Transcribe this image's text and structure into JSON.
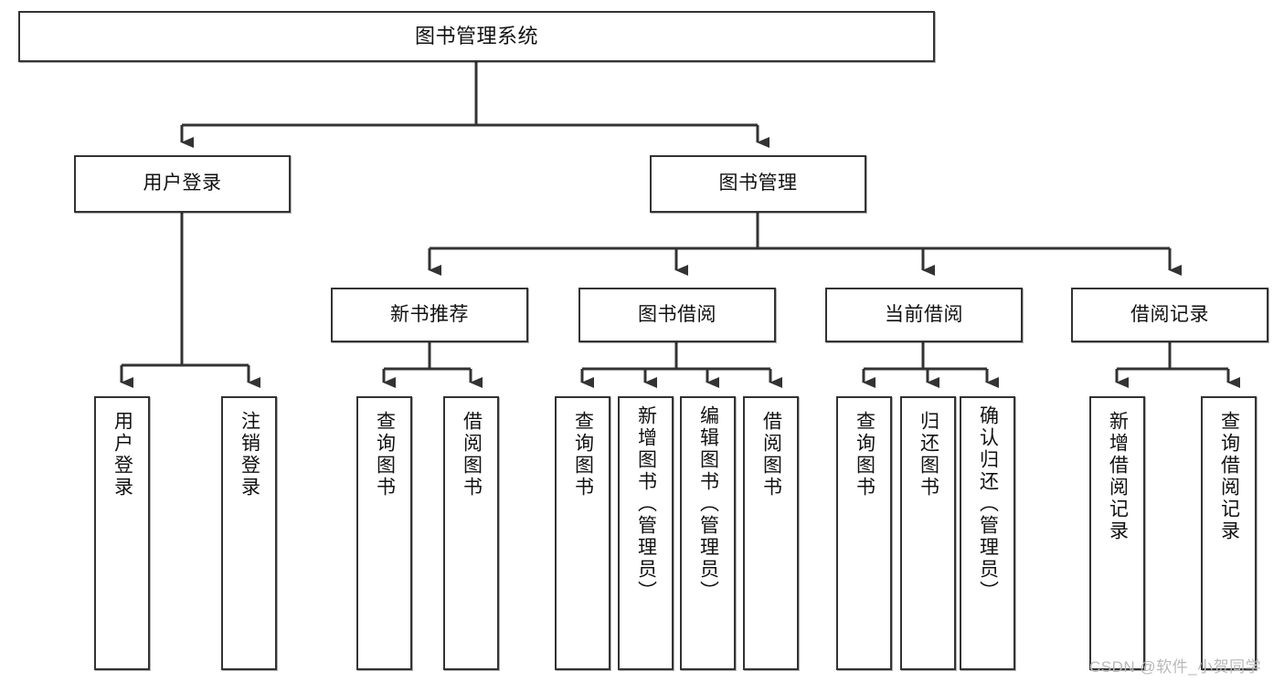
{
  "diagram": {
    "type": "tree",
    "title": "图书管理系统",
    "orientation": "top-down",
    "colors": {
      "background": "#ffffff",
      "box_border": "#333333",
      "box_fill": "#ffffff",
      "connector": "#333333",
      "text": "#111111",
      "watermark": "#b9b9b9"
    }
  },
  "nodes": {
    "root": {
      "label": "图书管理系统"
    },
    "level2": [
      {
        "id": "user-login",
        "label": "用户登录"
      },
      {
        "id": "book-manage",
        "label": "图书管理"
      }
    ],
    "level3": [
      {
        "id": "new-book-recommend",
        "label": "新书推荐"
      },
      {
        "id": "book-borrow",
        "label": "图书借阅"
      },
      {
        "id": "current-borrow",
        "label": "当前借阅"
      },
      {
        "id": "borrow-record",
        "label": "借阅记录"
      }
    ],
    "leaves": [
      {
        "id": "leaf-user-login",
        "label": "用户登录",
        "parent": "user-login"
      },
      {
        "id": "leaf-logout",
        "label": "注销登录",
        "parent": "user-login"
      },
      {
        "id": "leaf-query-book-1",
        "label": "查询图书",
        "parent": "new-book-recommend"
      },
      {
        "id": "leaf-borrow-book-1",
        "label": "借阅图书",
        "parent": "new-book-recommend"
      },
      {
        "id": "leaf-query-book-2",
        "label": "查询图书",
        "parent": "book-borrow"
      },
      {
        "id": "leaf-add-book",
        "label": "新增图书（管理员）",
        "parent": "book-borrow"
      },
      {
        "id": "leaf-edit-book",
        "label": "编辑图书（管理员）",
        "parent": "book-borrow"
      },
      {
        "id": "leaf-borrow-book-2",
        "label": "借阅图书",
        "parent": "book-borrow"
      },
      {
        "id": "leaf-query-book-3",
        "label": "查询图书",
        "parent": "current-borrow"
      },
      {
        "id": "leaf-return-book",
        "label": "归还图书",
        "parent": "current-borrow"
      },
      {
        "id": "leaf-confirm-return",
        "label": "确认归还（管理员）",
        "parent": "current-borrow"
      },
      {
        "id": "leaf-add-record",
        "label": "新增借阅记录",
        "parent": "borrow-record"
      },
      {
        "id": "leaf-query-record",
        "label": "查询借阅记录",
        "parent": "borrow-record"
      }
    ]
  },
  "watermark": {
    "text": "CSDN @软件_小贺同学"
  }
}
